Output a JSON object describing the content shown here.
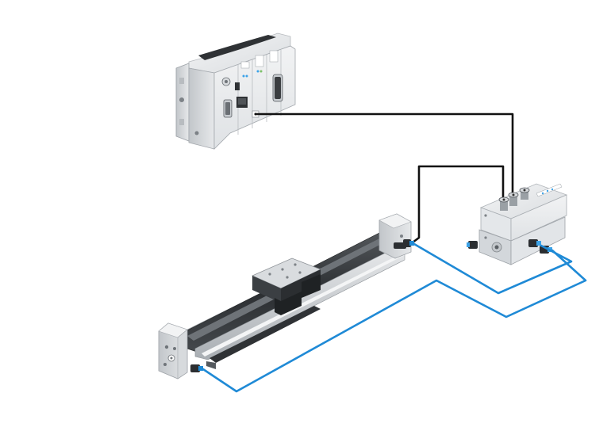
{
  "colors": {
    "background": "#ffffff",
    "electrical_cable": "#111111",
    "pneumatic_tubing": "#1f8ad6",
    "housing_light": "#eef0f2",
    "housing_mid": "#c9cdd1",
    "housing_dark": "#8e9398",
    "profile_dark": "#2a2d30",
    "carriage": "#3b3f43",
    "connector_blue": "#3da3e8"
  },
  "components": [
    {
      "id": "controller",
      "icon": "terminal-module-icon"
    },
    {
      "id": "valve",
      "icon": "valve-terminal-icon"
    },
    {
      "id": "actuator",
      "icon": "linear-actuator-icon"
    }
  ]
}
